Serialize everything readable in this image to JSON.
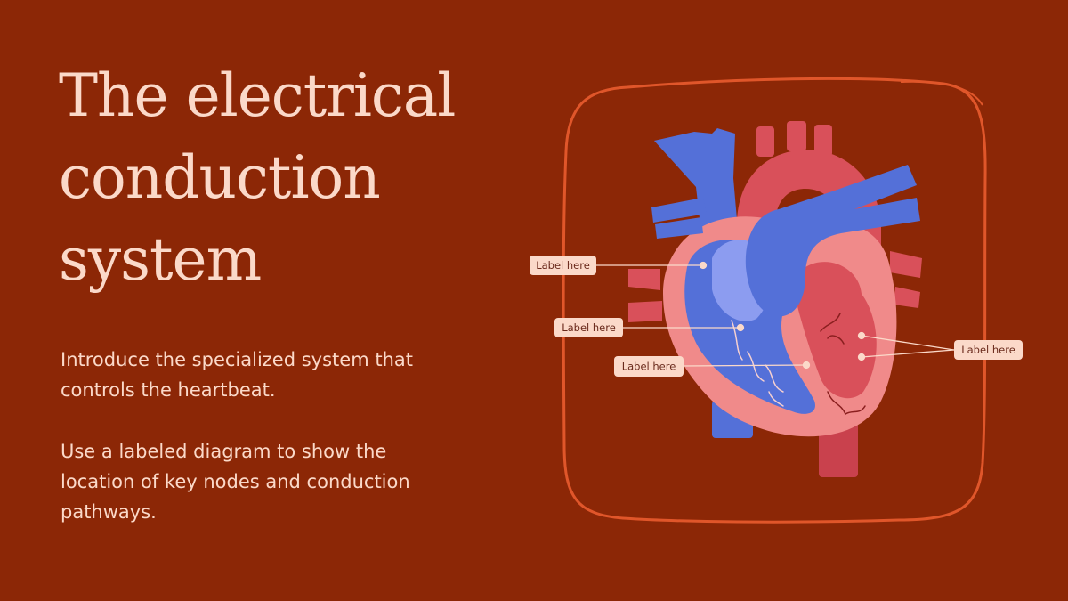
{
  "title_lines": [
    "The electrical",
    "conduction",
    "system"
  ],
  "paragraphs": [
    "Introduce the specialized system that controls the heartbeat.",
    "Use a labeled diagram to show the location of key nodes and conduction pathways."
  ],
  "diagram": {
    "labels": [
      "Label here",
      "Label here",
      "Label here",
      "Label here"
    ]
  },
  "colors": {
    "background": "#8c2706",
    "text": "#fbd9c9",
    "frame": "#e0562a",
    "heart_red": "#d9505a",
    "heart_pink": "#f08a8a",
    "heart_blue": "#5470d8",
    "label_bg": "#fbd9c9"
  }
}
